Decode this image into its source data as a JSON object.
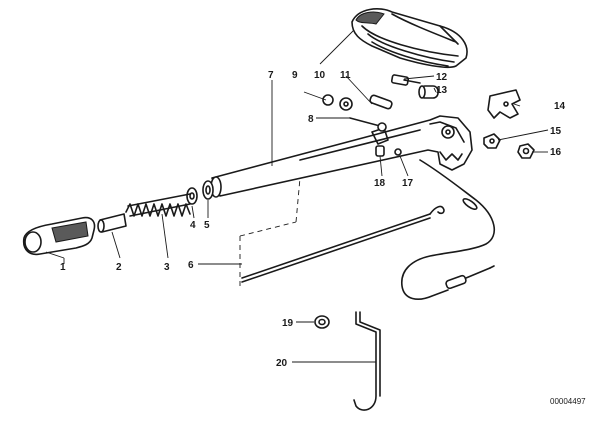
{
  "callouts": {
    "c1": "1",
    "c2": "2",
    "c3": "3",
    "c4": "4",
    "c5": "5",
    "c6": "6",
    "c7": "7",
    "c8": "8",
    "c9": "9",
    "c10": "10",
    "c11": "11",
    "c12": "12",
    "c13": "13",
    "c14": "14",
    "c15": "15",
    "c16": "16",
    "c17": "17",
    "c18": "18",
    "c19": "19",
    "c20": "20"
  },
  "diagram_ref": "00004497"
}
